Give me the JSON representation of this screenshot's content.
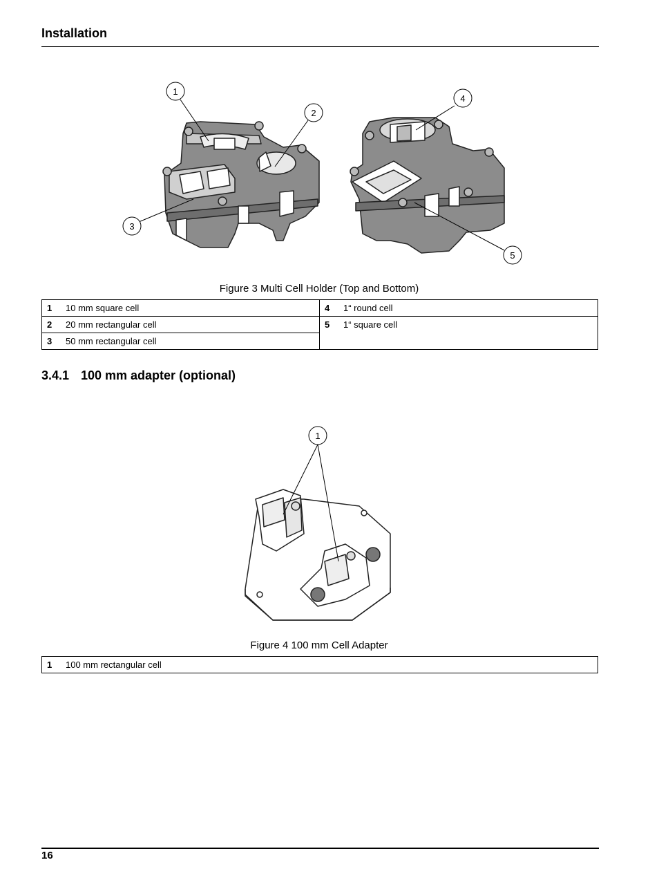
{
  "header": {
    "title": "Installation"
  },
  "figure3": {
    "callouts": [
      "1",
      "2",
      "3",
      "4",
      "5"
    ],
    "caption": "Figure 3 Multi Cell Holder (Top and Bottom)",
    "legend": [
      {
        "num": "1",
        "text": "10 mm square cell"
      },
      {
        "num": "2",
        "text": "20 mm rectangular cell"
      },
      {
        "num": "3",
        "text": "50 mm rectangular cell"
      },
      {
        "num": "4",
        "text": "1“ round cell"
      },
      {
        "num": "5",
        "text": "1“ square cell"
      }
    ]
  },
  "section": {
    "number": "3.4.1",
    "title": "100 mm adapter (optional)"
  },
  "figure4": {
    "callouts": [
      "1"
    ],
    "caption": "Figure 4 100 mm Cell Adapter",
    "legend": [
      {
        "num": "1",
        "text": "100 mm rectangular cell"
      }
    ]
  },
  "footer": {
    "page_number": "16"
  }
}
